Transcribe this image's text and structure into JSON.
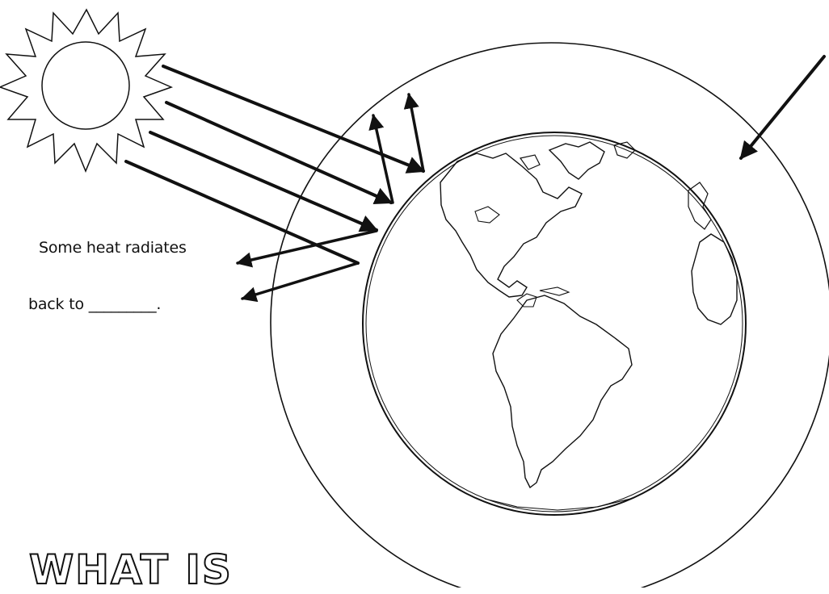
{
  "diagram": {
    "label_line1": "Some heat radiates",
    "label_line2": "back to _________.",
    "title": "WHAT IS"
  },
  "colors": {
    "ink": "#111111",
    "background": "#ffffff"
  },
  "icons": [
    "sun-icon",
    "earth-globe-icon",
    "atmosphere-ring",
    "arrow-icon"
  ]
}
